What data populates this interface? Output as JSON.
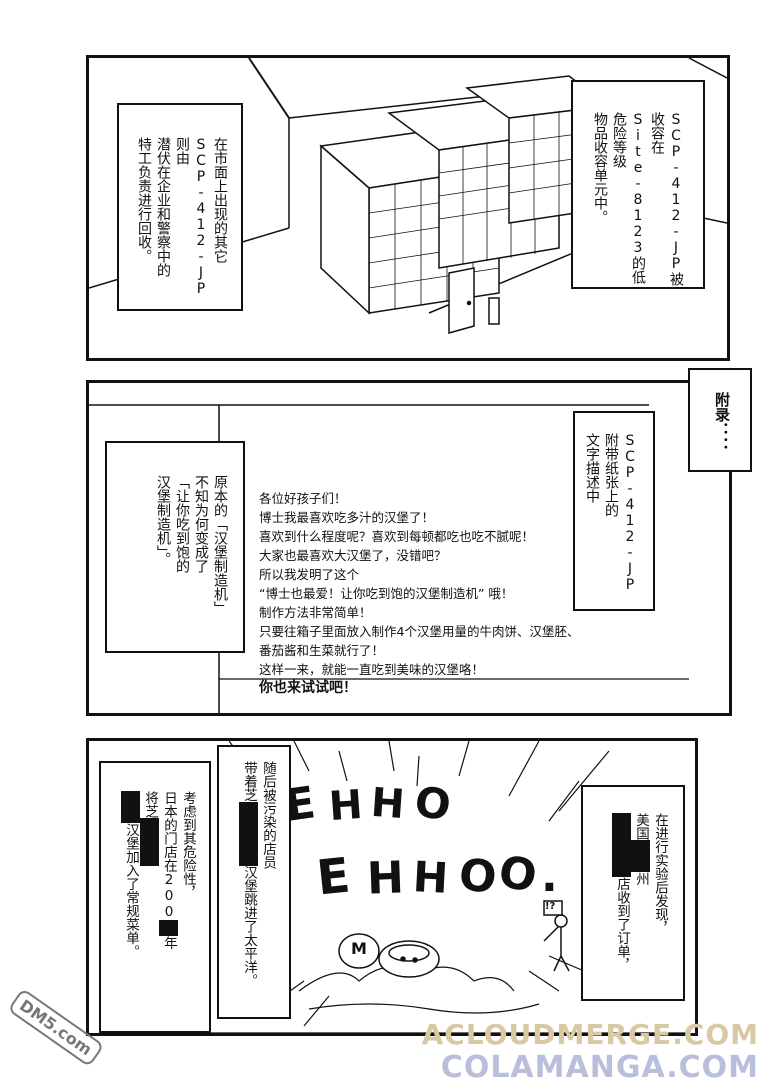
{
  "panel1": {
    "caption_left": [
      "在市面上出现的其它",
      "SCP-412-JP则由",
      "潜伏在企业和警察中的",
      "特工负责进行回收。"
    ],
    "caption_right": [
      "SCP-412-JP被收容在",
      "Site-8123的低危险等级",
      "物品收容单元中。"
    ]
  },
  "panel2": {
    "appendix": [
      "附",
      "录",
      "：",
      "："
    ],
    "caption_right": [
      "SCP-412-JP",
      "附带纸张上的",
      "文字描述中"
    ],
    "caption_left": [
      "原本的「汉堡制造机」",
      "不知为何变成了",
      "「让你吃到饱的",
      "汉堡制造机」。"
    ],
    "note_lines": [
      "各位好孩子们！",
      "博士我最喜欢吃多汁的汉堡了！",
      "喜欢到什么程度呢？喜欢到每顿都吃也吃不腻呢！",
      "大家也最喜欢大汉堡了，没错吧？",
      "所以我发明了这个",
      "“博士也最爱！让你吃到饱的汉堡制造机” 哦！",
      "制作方法非常简单！",
      "只要往箱子里面放入制作4个汉堡用量的牛肉饼、汉堡胚、",
      "番茄酱和生菜就行了！",
      "这样一来，就能一直吃到美味的汉堡咯！"
    ],
    "note_last": "你也来试试吧！"
  },
  "panel3": {
    "sfx_line1": [
      "E",
      "H",
      "H",
      "O"
    ],
    "sfx_line2": [
      "E",
      "H",
      "H",
      "O",
      "O",
      "."
    ],
    "caption_far_left": [
      {
        "pre": "考虑到其危险性，",
        "redact": "",
        "post": ""
      },
      {
        "pre": "日本的门店在200",
        "redact": "■",
        "post": "年"
      },
      {
        "pre": "将芝",
        "redact": "■■■",
        "post": ""
      },
      {
        "pre": "",
        "redact": "■■",
        "post": "汉堡加入了常规菜单。"
      }
    ],
    "caption_mid": [
      {
        "pre": "随后被污染的店员",
        "redact": "",
        "post": ""
      },
      {
        "pre": "带着芝",
        "redact": "■■■■",
        "post": "汉堡跳进了太平洋。"
      }
    ],
    "caption_right": [
      {
        "pre": "在进行实验后发现，",
        "redact": "",
        "post": ""
      },
      {
        "pre": "美国",
        "redact": "■■",
        "post": "州"
      },
      {
        "pre": "",
        "redact": "■■■■",
        "post": "店收到了订单，"
      }
    ],
    "char_mark": "M",
    "sign": "!?"
  },
  "watermarks": {
    "line1": "ACLOUDMERGE.COM",
    "line2": "COLAMANGA.COM",
    "corner": "DM5.com"
  },
  "colors": {
    "ink": "#111111",
    "paper": "#ffffff",
    "watermark1": "#d8c9a3",
    "watermark2": "#b9bedb"
  }
}
